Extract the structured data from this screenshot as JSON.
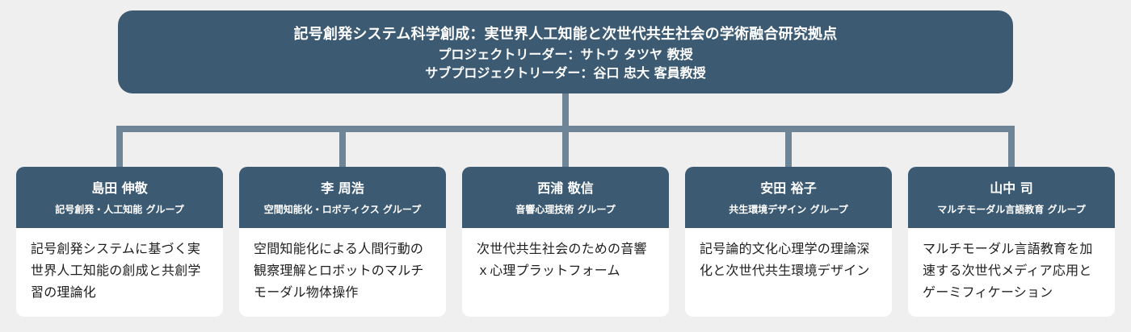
{
  "header": {
    "title": "記号創発システム科学創成：実世界人工知能と次世代共生社会の学術融合研究拠点",
    "leader_label": "プロジェクトリーダー",
    "leader_name": "サトウ タツヤ 教授",
    "subleader_label": "サブプロジェクトリーダー",
    "subleader_name": "谷口 忠大 客員教授",
    "separator": "："
  },
  "groups": [
    {
      "name": "島田 伸敬",
      "group": "記号創発・人工知能 グループ",
      "description": "記号創発システムに基づく実世界人工知能の創成と共創学習の理論化"
    },
    {
      "name": "李 周浩",
      "group": "空間知能化・ロボティクス グループ",
      "description": "空間知能化による人間行動の観察理解とロボットのマルチモーダル物体操作"
    },
    {
      "name": "西浦 敬信",
      "group": "音響心理技術 グループ",
      "description": "次世代共生社会のための音響ｘ心理プラットフォーム"
    },
    {
      "name": "安田 裕子",
      "group": "共生環境デザイン グループ",
      "description": "記号論的文化心理学の理論深化と次世代共生環境デザイン"
    },
    {
      "name": "山中 司",
      "group": "マルチモーダル言語教育 グループ",
      "description": "マルチモーダル言語教育を加速する次世代メディア応用とゲーミフィケーション"
    }
  ],
  "colors": {
    "box": "#3d5a73",
    "connector": "#6d8597",
    "background": "#efefef"
  }
}
